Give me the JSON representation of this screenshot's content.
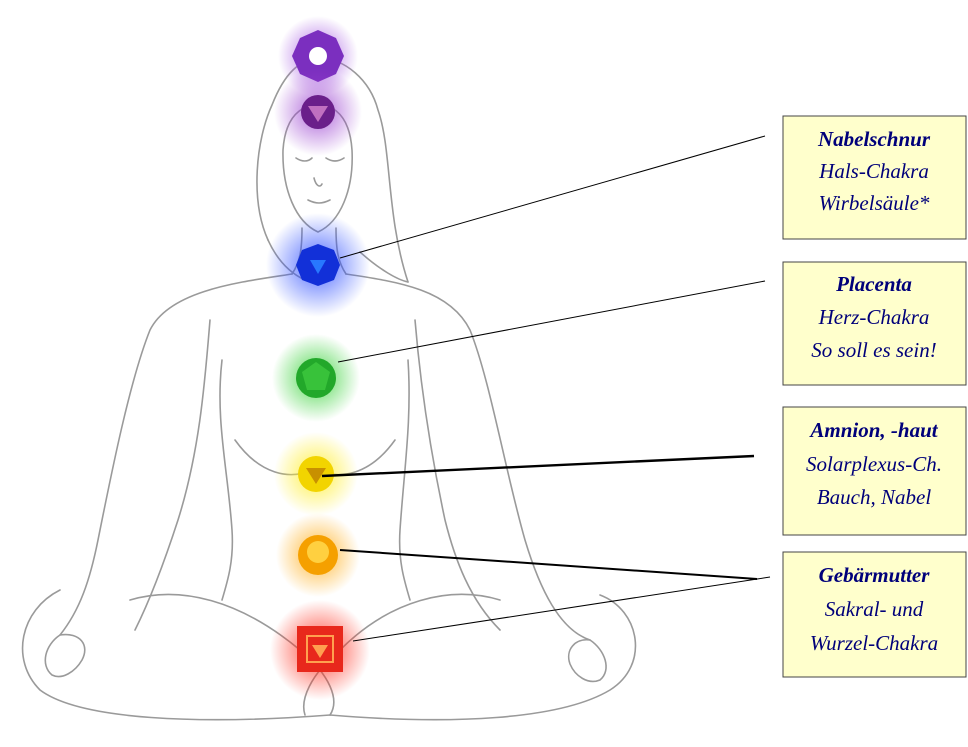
{
  "labels": [
    {
      "title": "Nabelschnur",
      "line1": "Hals-Chakra",
      "line2": "Wirbelsäule*"
    },
    {
      "title": "Placenta",
      "line1": "Herz-Chakra",
      "line2": "So soll es sein!"
    },
    {
      "title": "Amnion, -haut",
      "line1": "Solarplexus-Ch.",
      "line2": "Bauch, Nabel"
    },
    {
      "title": "Gebärmutter",
      "line1": "Sakral- und",
      "line2": "Wurzel-Chakra"
    }
  ],
  "chakras": [
    {
      "name": "crown",
      "color": "#7b2fbf"
    },
    {
      "name": "third-eye",
      "color": "#6a1f8a"
    },
    {
      "name": "throat",
      "color": "#1230d8"
    },
    {
      "name": "heart",
      "color": "#22a82a"
    },
    {
      "name": "solar-plexus",
      "color": "#f2d400"
    },
    {
      "name": "sacral",
      "color": "#f5a000"
    },
    {
      "name": "root",
      "color": "#e8281c"
    }
  ]
}
